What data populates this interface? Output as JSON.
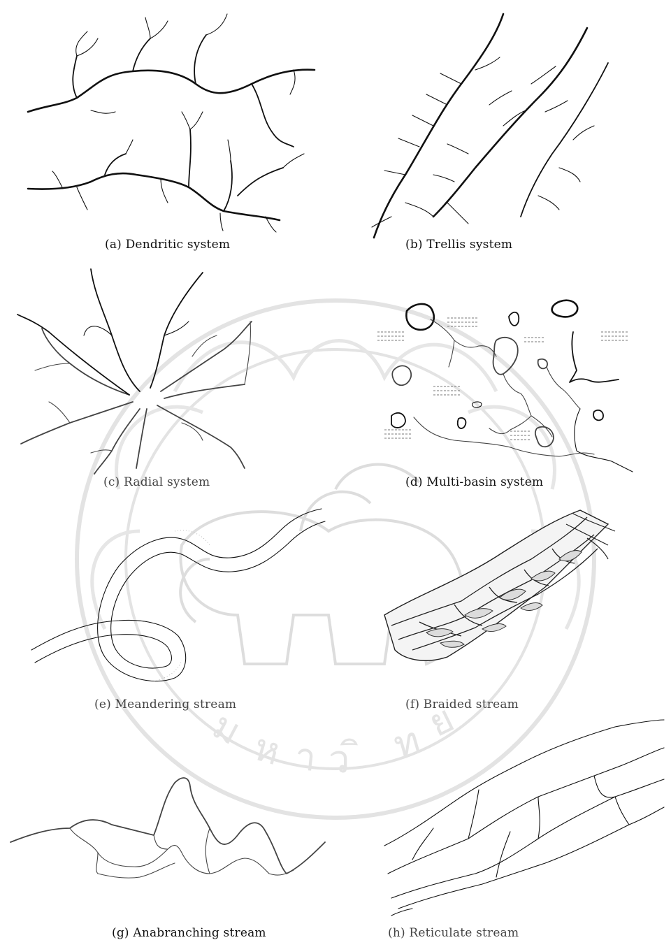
{
  "figure": {
    "panels": [
      {
        "id": "a",
        "caption": "(a) Dendritic system"
      },
      {
        "id": "b",
        "caption": "(b) Trellis system"
      },
      {
        "id": "c",
        "caption": "(c) Radial system"
      },
      {
        "id": "d",
        "caption": "(d) Multi-basin system"
      },
      {
        "id": "e",
        "caption": "(e) Meandering stream"
      },
      {
        "id": "f",
        "caption": "(f) Braided stream"
      },
      {
        "id": "g",
        "caption": "(g) Anabranching stream"
      },
      {
        "id": "h",
        "caption": "(h) Reticulate stream"
      }
    ]
  },
  "watermark": {
    "color": "#dcdcdc"
  }
}
